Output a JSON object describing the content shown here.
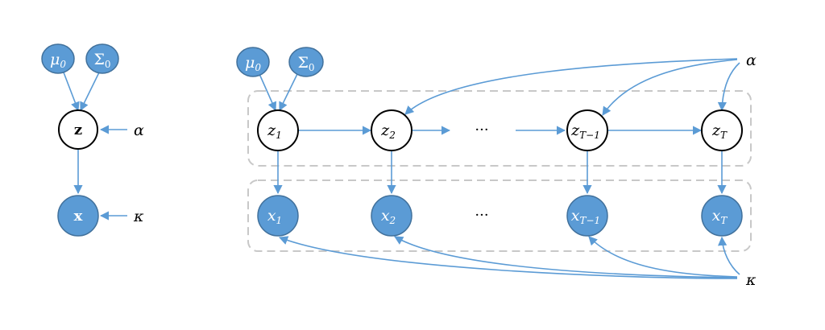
{
  "left": {
    "mu0": {
      "base": "μ",
      "sub": "0"
    },
    "sigma0": {
      "base": "Σ",
      "sub": "0"
    },
    "z": "z",
    "x": "x",
    "alpha": "α",
    "kappa": "κ"
  },
  "right": {
    "mu0": {
      "base": "μ",
      "sub": "0"
    },
    "sigma0": {
      "base": "Σ",
      "sub": "0"
    },
    "z1": {
      "base": "z",
      "sub": "1"
    },
    "z2": {
      "base": "z",
      "sub": "2"
    },
    "zT1": {
      "base": "z",
      "sub": "T−1"
    },
    "zT": {
      "base": "z",
      "sub": "T"
    },
    "x1": {
      "base": "x",
      "sub": "1"
    },
    "x2": {
      "base": "x",
      "sub": "2"
    },
    "xT1": {
      "base": "x",
      "sub": "T−1"
    },
    "xT": {
      "base": "x",
      "sub": "T"
    },
    "dots_top": "···",
    "dots_bottom": "···",
    "alpha": "α",
    "kappa": "κ"
  },
  "colors": {
    "node_fill": "#5b9bd5",
    "edge": "#5b9bd5",
    "plate": "#c8c8c8"
  }
}
